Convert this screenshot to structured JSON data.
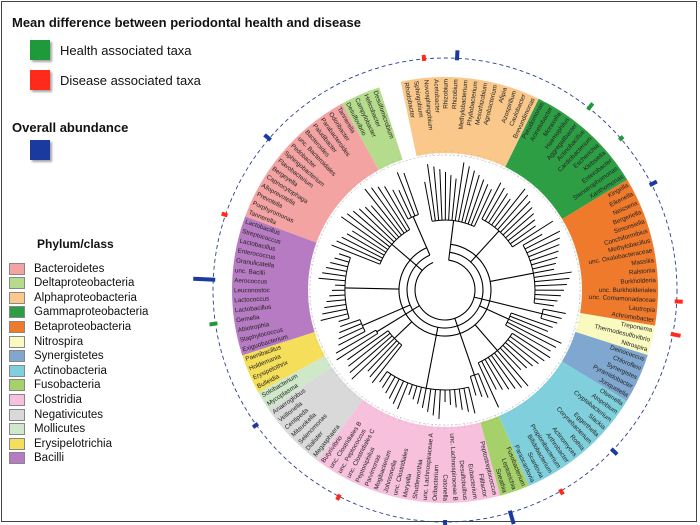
{
  "legend": {
    "mean_difference_title": "Mean difference between periodontal health and disease",
    "health_label": "Health associated taxa",
    "disease_label": "Disease associated  taxa",
    "abundance_title": "Overall abundance",
    "health_color": "#1f9a3a",
    "disease_color": "#ff2a1a",
    "abundance_color": "#1a3aa0"
  },
  "phylum_legend": {
    "title": "Phylum/class",
    "items": [
      {
        "label": "Bacteroidetes",
        "color": "#f4a3a3"
      },
      {
        "label": "Deltaproteobacteria",
        "color": "#b5dc8d"
      },
      {
        "label": "Alphaproteobacteria",
        "color": "#f9c88a"
      },
      {
        "label": "Gammaproteobacteria",
        "color": "#2e9e45"
      },
      {
        "label": "Betaproteobacteria",
        "color": "#f07a2c"
      },
      {
        "label": "Nitrospira",
        "color": "#fafac0"
      },
      {
        "label": "Synergistetes",
        "color": "#7fa7cf"
      },
      {
        "label": "Actinobacteria",
        "color": "#7fd0dc"
      },
      {
        "label": "Fusobacteria",
        "color": "#a6d16a"
      },
      {
        "label": "Clostridia",
        "color": "#f7c0dc"
      },
      {
        "label": "Negativicutes",
        "color": "#d9d9d9"
      },
      {
        "label": "Mollicutes",
        "color": "#cfe8c9"
      },
      {
        "label": "Erysipelotrichia",
        "color": "#f5df5a"
      },
      {
        "label": "Bacilli",
        "color": "#b77bc3"
      }
    ]
  },
  "tree": {
    "sectors": [
      {
        "phylum": "Alphaproteobacteria",
        "color": "#f9c88a",
        "taxa": [
          "Rhodobacter",
          "Sphingobium",
          "Novosphingobium",
          "Acetobacter",
          "Rhizobium",
          "Rhizobium",
          "Methylobacterium",
          "Phyllobacterium",
          "Mesorhizobium",
          "Agrobacterium",
          "Afipia",
          "Azospirillum",
          "Caulobacter",
          "Brevundimonas"
        ]
      },
      {
        "phylum": "Gammaproteobacteria",
        "color": "#2e9e45",
        "taxa": [
          "Pseudomonas",
          "Acinetobacter",
          "Moraxella",
          "Haemophilus",
          "Aggregatibacter",
          "Actinobacillus",
          "Cardiobacterium",
          "Escherichia",
          "Klebsiella",
          "Enterobacter",
          "Stenotrophomonas",
          "Xanthomonas"
        ]
      },
      {
        "phylum": "Betaproteobacteria",
        "color": "#f07a2c",
        "taxa": [
          "Kingella",
          "Eikenella",
          "Neisseria",
          "Bergeriella",
          "Simonsiella",
          "Conchiformibius",
          "Methylobacillus",
          "unc. Oxalobacteraceae",
          "Massilia",
          "Ralstonia",
          "Burkholderia",
          "unc. Burkholderiales",
          "unc. Comamonadaceae",
          "Lautropia",
          "Achromobacter"
        ]
      },
      {
        "phylum": "Nitrospira",
        "color": "#fafac0",
        "taxa": [
          "Treponema",
          "Thermodesulfovibrio",
          "Nitrospira"
        ]
      },
      {
        "phylum": "Synergistetes",
        "color": "#7fa7cf",
        "taxa": [
          "Deinococcus",
          "Chloroflexi",
          "Synergistes",
          "Pyramidobacter",
          "Jonquetella"
        ]
      },
      {
        "phylum": "Actinobacteria",
        "color": "#7fd0dc",
        "taxa": [
          "Olsenella",
          "Atopobium",
          "Cryptobacterium",
          "Slackia",
          "Eggerthella",
          "Corynebacterium",
          "Rothia",
          "Actinomyces",
          "Arthrobacter",
          "Propionibacterium",
          "Bifidobacterium",
          "Scardovia",
          "Parascardovia"
        ]
      },
      {
        "phylum": "Fusobacteria",
        "color": "#a6d16a",
        "taxa": [
          "Fusobacterium",
          "Leptotrichia",
          "Sneathia"
        ]
      },
      {
        "phylum": "Clostridia",
        "color": "#f7c0dc",
        "taxa": [
          "Peptostreptococcus",
          "Filifactor",
          "Eubacterium",
          "Desulfobulbus",
          "unc. Lachnospiraceae B",
          "Catonella",
          "Oribacterium",
          "unc. Lachnospiraceae A",
          "Shuttleworthia",
          "Moryella",
          "unc. Clostridiales",
          "Johnsonella",
          "Mogibacterium",
          "Parvimonas",
          "Peptoniphilus",
          "unc. Clostridiales C",
          "unc. Peptococcus",
          "unc. Clostridiales B",
          "Butyrivibrio"
        ]
      },
      {
        "phylum": "Negativicutes",
        "color": "#d9d9d9",
        "taxa": [
          "Megasphaera",
          "Dialister",
          "Selenomonas",
          "Mitsuokella",
          "Centipeda",
          "Veillonella",
          "Anaeroglobus"
        ]
      },
      {
        "phylum": "Mollicutes",
        "color": "#cfe8c9",
        "taxa": [
          "Mycoplasma",
          "Solobacterium"
        ]
      },
      {
        "phylum": "Erysipelotrichia",
        "color": "#f5df5a",
        "taxa": [
          "Bulleidia",
          "Erysipelothrix",
          "Holdemania",
          "Paenibacillus"
        ]
      },
      {
        "phylum": "Bacilli",
        "color": "#b77bc3",
        "taxa": [
          "Exiguobacterium",
          "Staphylococcus",
          "Abiotrophia",
          "Gemella",
          "Lactobacillus",
          "Lactococcus",
          "Leuconostoc",
          "Aerococcus",
          "unc. Bacilli",
          "Granulicatella",
          "Enterococcus",
          "Lactobacillus",
          "Streptococcus",
          "Lactobacillus"
        ]
      },
      {
        "phylum": "Bacteroidetes",
        "color": "#f4a3a3",
        "taxa": [
          "Tannerella",
          "Porphyromonas",
          "Prevotella",
          "Alloprevotella",
          "Capnocytophaga",
          "Bergeyella",
          "Flavobacterium",
          "Sphingobacterium",
          "Pedobacter",
          "unc. Bacteroidales",
          "Bacteroides",
          "Paludibacter",
          "Parabacteroides",
          "Odoribacter",
          "Tannerella"
        ]
      },
      {
        "phylum": "Deltaproteobacteria",
        "color": "#b5dc8d",
        "taxa": [
          "Desulfovibrio",
          "Campylobacter",
          "Helicobacter",
          "Desulfomicrobium"
        ]
      }
    ]
  }
}
